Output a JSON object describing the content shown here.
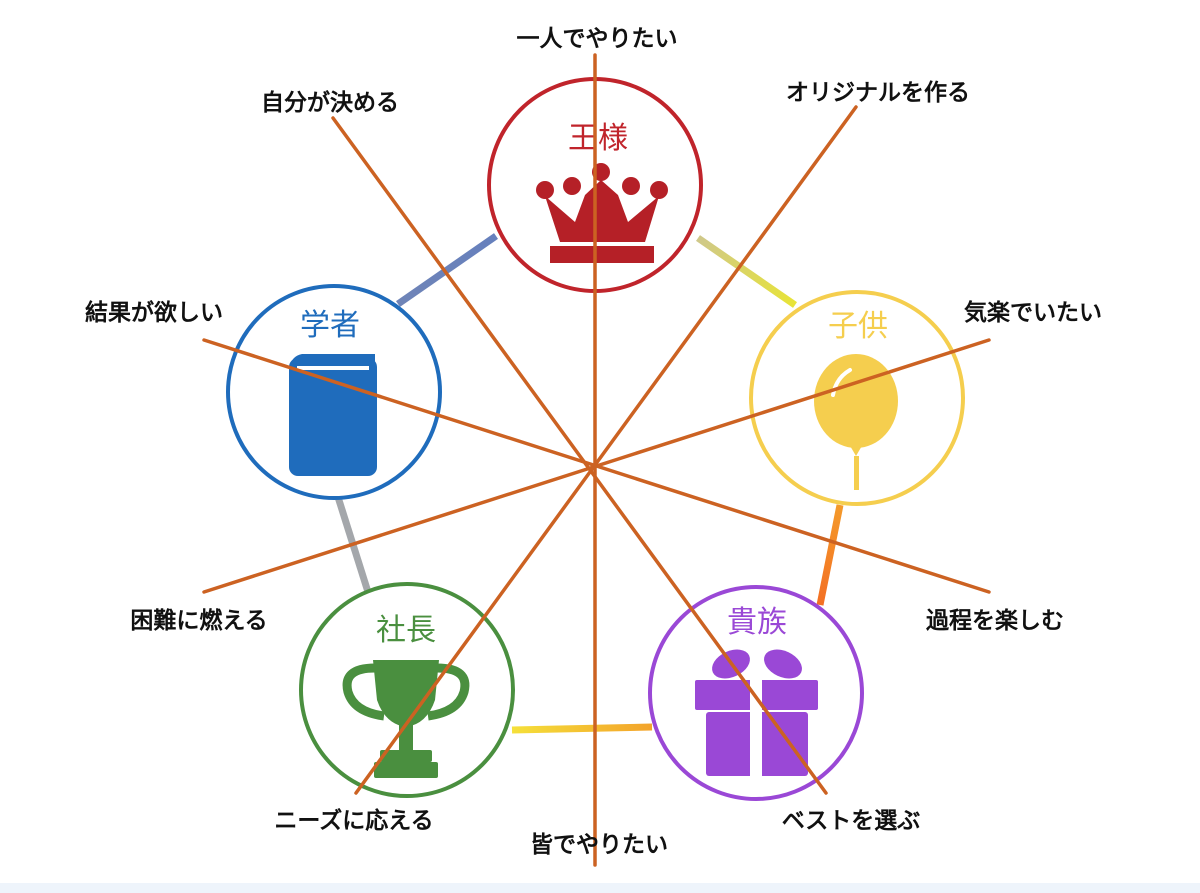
{
  "nodes": {
    "king": {
      "label": "王様",
      "color": "#c0242b",
      "icon": "crown-icon"
    },
    "child": {
      "label": "子供",
      "color": "#f5ce4e",
      "icon": "balloon-icon"
    },
    "noble": {
      "label": "貴族",
      "color": "#9a48d6",
      "icon": "gift-icon"
    },
    "ceo": {
      "label": "社長",
      "color": "#4a8f3f",
      "icon": "trophy-icon"
    },
    "scholar": {
      "label": "学者",
      "color": "#1f6cbc",
      "icon": "book-icon"
    }
  },
  "axes": {
    "line_color": "#cc6222",
    "alone": "一人でやりたい",
    "together": "皆でやりたい",
    "original": "オリジナルを作る",
    "meet_needs": "ニーズに応える",
    "carefree": "気楽でいたい",
    "difficulty": "困難に燃える",
    "process": "過程を楽しむ",
    "results": "結果が欲しい",
    "self_decide": "自分が決める",
    "choose_best": "ベストを選ぶ"
  }
}
